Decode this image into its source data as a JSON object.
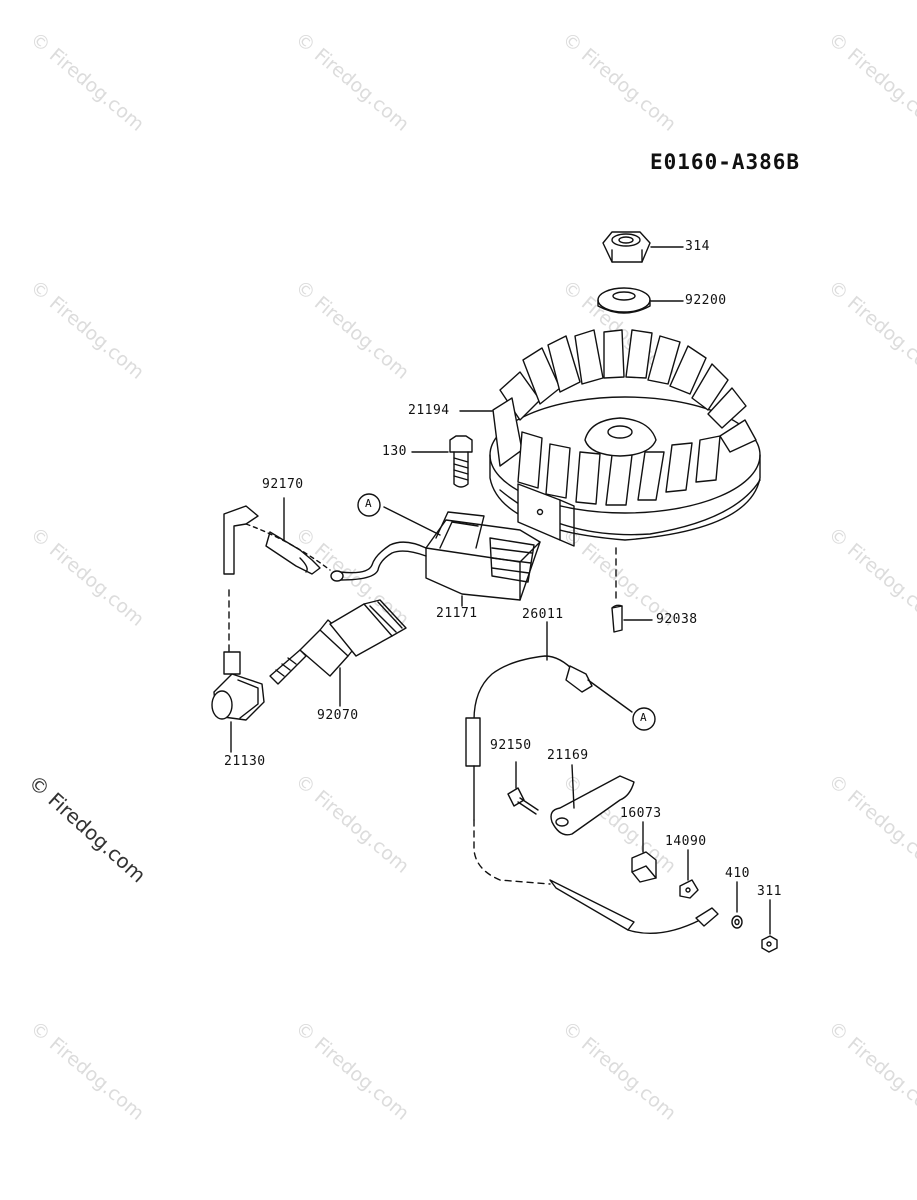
{
  "diagram": {
    "code": "E0160-A386B",
    "watermark": "© Firedog.com",
    "labels": {
      "p314": "314",
      "p92200": "92200",
      "p21194": "21194",
      "p130": "130",
      "p92170": "92170",
      "p21171": "21171",
      "p92038": "92038",
      "p26011": "26011",
      "p92070": "92070",
      "p21130": "21130",
      "p92150": "92150",
      "p21169": "21169",
      "p16073": "16073",
      "p14090": "14090",
      "p410": "410",
      "p311": "311",
      "refA": "A"
    }
  }
}
